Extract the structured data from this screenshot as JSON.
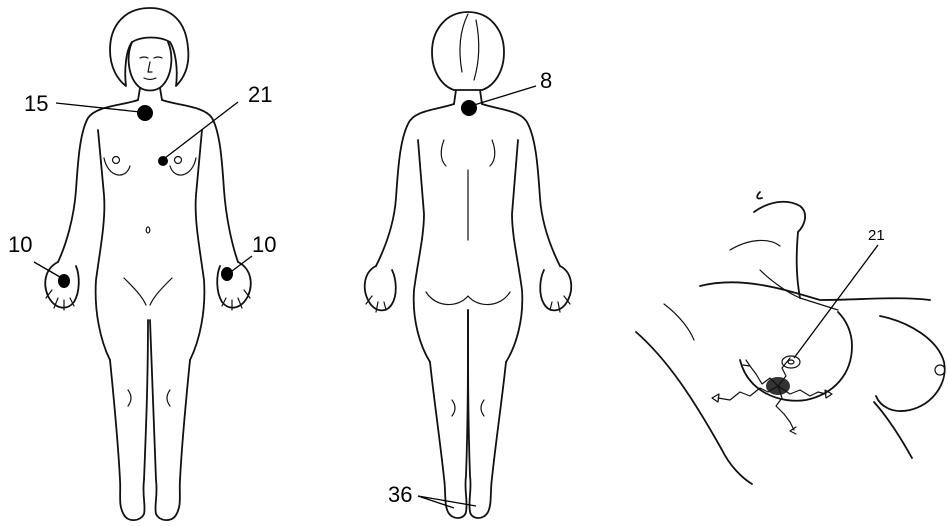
{
  "labels": {
    "front_sternum": "15",
    "front_breast": "21",
    "front_left_palm": "10",
    "front_right_palm": "10",
    "back_neck": "8",
    "back_heels": "36",
    "closeup_breast": "21"
  }
}
